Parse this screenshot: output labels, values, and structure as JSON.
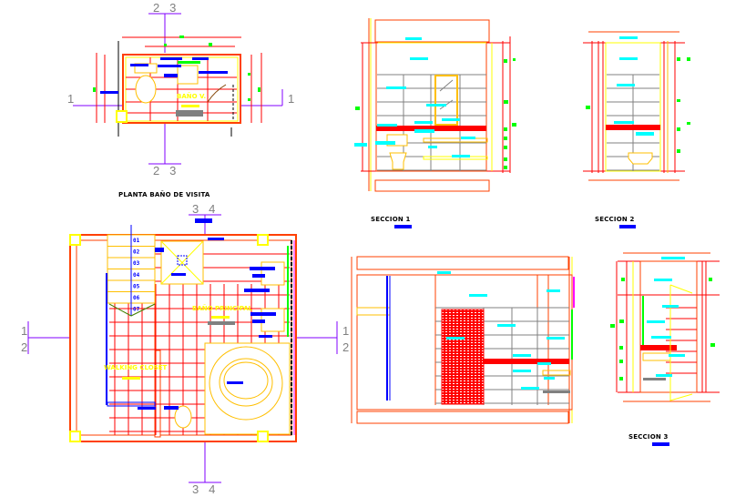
{
  "drawings": {
    "plan_small": {
      "title": "PLANTA BAÑO DE VISITA",
      "room_label": "BAÑO V.",
      "axis_top": "2   3",
      "axis_bottom": "2   3",
      "axis_left": "1",
      "axis_right": "1"
    },
    "plan_large": {
      "room_label_1": "BAÑO PRINCIPAL",
      "room_label_2": "WALKING CLOSET",
      "axis_top": "3   4",
      "axis_bottom": "3   4",
      "axis_left_1": "1",
      "axis_left_2": "2",
      "axis_right_1": "1",
      "axis_right_2": "2",
      "steps": [
        "01",
        "02",
        "03",
        "04",
        "05",
        "06",
        "07"
      ]
    },
    "section_1": {
      "title": "SECCION 1"
    },
    "section_2": {
      "title": "SECCION 2"
    },
    "section_3": {
      "title": "SECCION 3"
    }
  },
  "colors": {
    "wall": "#ff4000",
    "line": "#ff0000",
    "accent_yellow": "#ffff00",
    "fixture": "#ffbf00",
    "tag_cyan": "#00ffff",
    "tag_blue": "#0000ff",
    "axis": "#8000ff",
    "marker_green": "#00ff00",
    "tile_grey": "#808080"
  }
}
